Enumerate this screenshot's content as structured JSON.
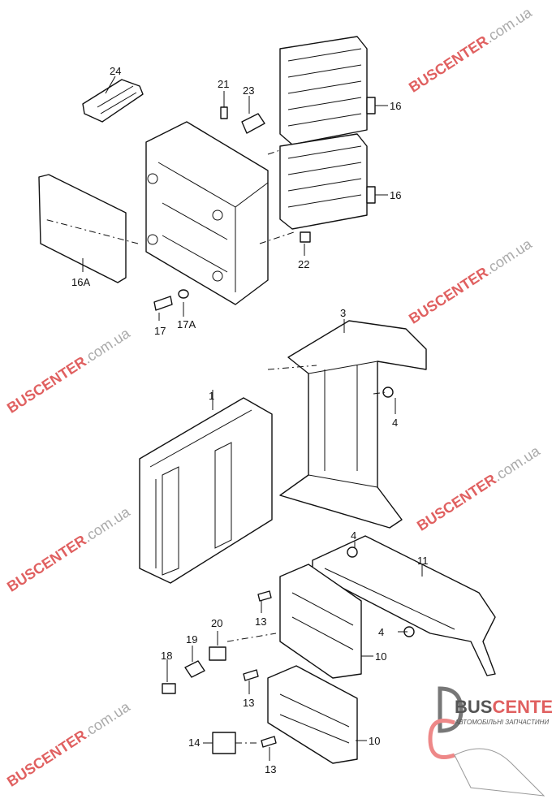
{
  "watermark": {
    "brand": "BUSCENTER",
    "suffix": ".com.ua"
  },
  "logo": {
    "brand_a": "BUS",
    "brand_b": "CENTER",
    "subtitle": "АВТОМОБІЛЬНІ ЗАПЧАСТИНИ"
  },
  "callouts": {
    "c24": "24",
    "c21": "21",
    "c23": "23",
    "c16a": "16",
    "c16b": "16",
    "c16A": "16A",
    "c17": "17",
    "c17A": "17A",
    "c22": "22",
    "c3": "3",
    "c4a": "4",
    "c1": "1",
    "c4b": "4",
    "c11": "11",
    "c13a": "13",
    "c4c": "4",
    "c20": "20",
    "c19": "19",
    "c18": "18",
    "c10a": "10",
    "c13b": "13",
    "c14": "14",
    "c10b": "10",
    "c13c": "13"
  }
}
